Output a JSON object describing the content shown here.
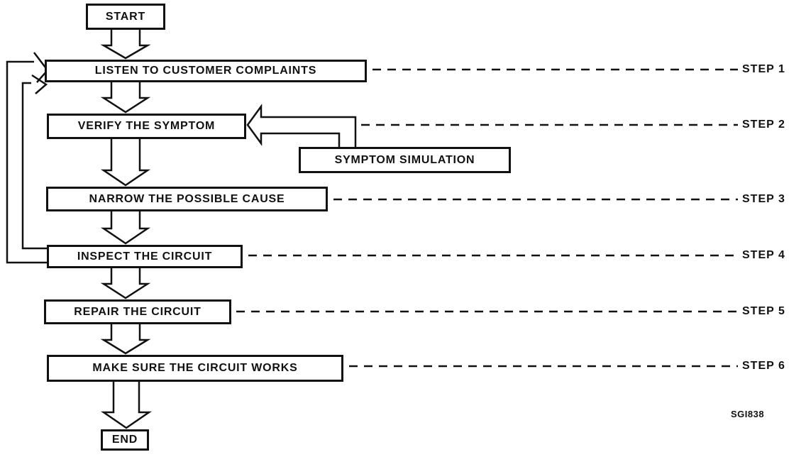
{
  "diagram": {
    "figure_code": "SGI838",
    "nodes": {
      "start": "START",
      "listen": "LISTEN TO CUSTOMER COMPLAINTS",
      "verify": "VERIFY THE SYMPTOM",
      "symptom_simulation": "SYMPTOM SIMULATION",
      "narrow": "NARROW THE POSSIBLE CAUSE",
      "inspect": "INSPECT THE CIRCUIT",
      "repair": "REPAIR THE CIRCUIT",
      "make_sure": "MAKE SURE THE CIRCUIT WORKS",
      "end": "END"
    },
    "steps": [
      "STEP 1",
      "STEP 2",
      "STEP 3",
      "STEP 4",
      "STEP 5",
      "STEP 6"
    ],
    "colors": {
      "ink": "#111111",
      "background": "#ffffff"
    }
  }
}
